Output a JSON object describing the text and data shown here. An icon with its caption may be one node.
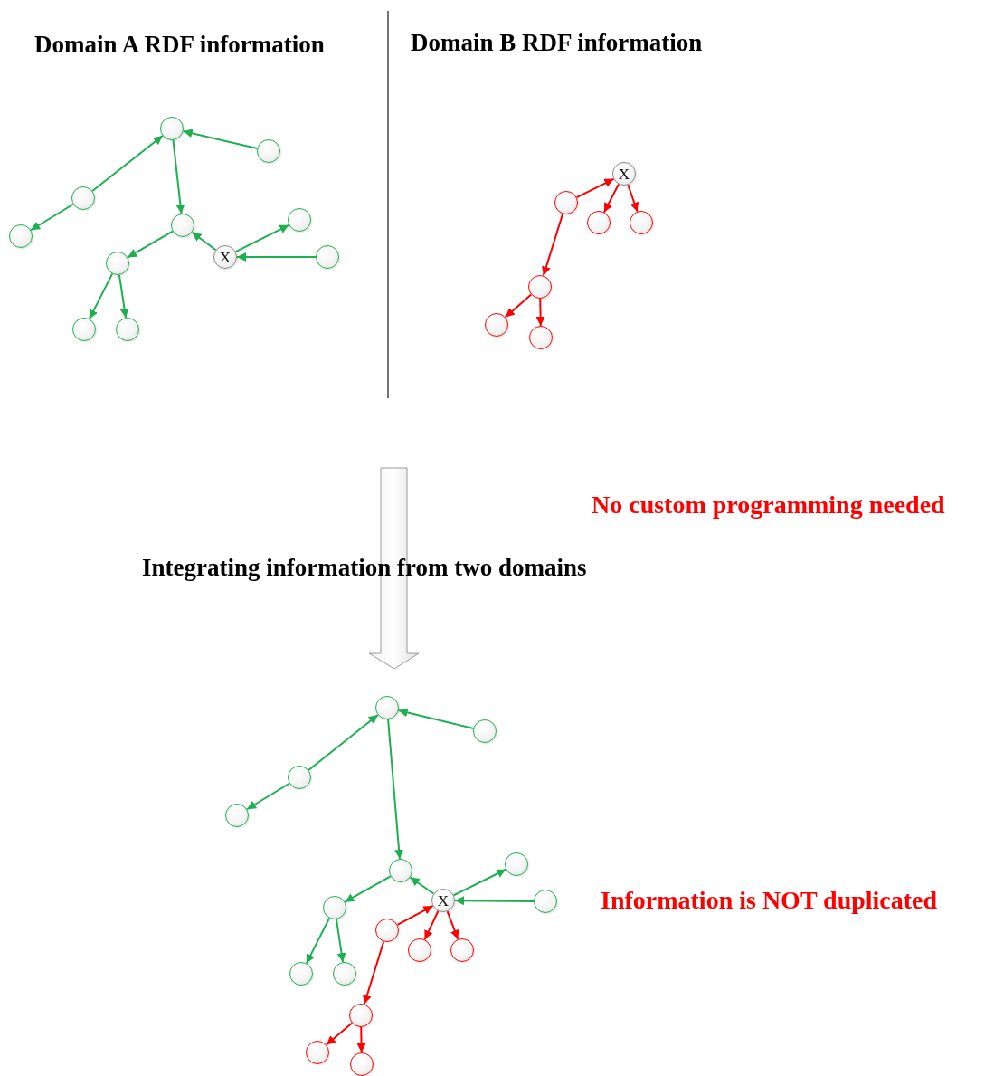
{
  "diagram": {
    "nodes": [
      {
        "text": [],
        "shape": "circle"
      },
      {
        "text": [],
        "shape": "circle"
      },
      {
        "text": [],
        "shape": "circle"
      },
      {
        "text": [],
        "shape": "circle"
      },
      {
        "text": [],
        "shape": "circle"
      },
      {
        "text": [],
        "shape": "circle"
      },
      {
        "text": [
          "X"
        ]
      },
      {
        "text": [],
        "shape": "circle"
      },
      {
        "text": [],
        "shape": "circle"
      },
      {
        "text": [],
        "shape": "circle"
      },
      {
        "text": [],
        "shape": "circle"
      },
      {
        "text": [
          "X"
        ]
      },
      {
        "text": [],
        "shape": "circle"
      },
      {
        "text": [],
        "shape": "circle"
      },
      {
        "text": [],
        "shape": "circle"
      },
      {
        "text": [],
        "shape": "circle"
      },
      {
        "text": [],
        "shape": "circle"
      },
      {
        "text": [],
        "shape": "circle"
      },
      {
        "text": [],
        "shape": "circle"
      },
      {
        "text": [],
        "shape": "circle"
      },
      {
        "text": [],
        "shape": "circle"
      },
      {
        "text": [],
        "shape": "circle"
      },
      {
        "text": [],
        "shape": "circle"
      },
      {
        "text": [],
        "shape": "circle"
      },
      {
        "text": [
          "X"
        ]
      },
      {
        "text": [],
        "shape": "circle"
      },
      {
        "text": [],
        "shape": "circle"
      },
      {
        "text": [],
        "shape": "circle"
      },
      {
        "text": [],
        "shape": "circle"
      },
      {
        "text": [],
        "shape": "circle"
      },
      {
        "text": [],
        "shape": "circle"
      },
      {
        "text": [],
        "shape": "circle"
      },
      {
        "text": [],
        "shape": "circle"
      },
      {
        "text": [],
        "shape": "circle"
      },
      {
        "text": [],
        "shape": "circle"
      }
    ],
    "edges": [
      {
        "from": 1,
        "to": 0,
        "arrow": "to"
      },
      {
        "from": 2,
        "to": 0,
        "arrow": "to"
      },
      {
        "from": 2,
        "to": 3,
        "arrow": "to"
      },
      {
        "from": 0,
        "to": 4,
        "arrow": "to"
      },
      {
        "from": 4,
        "to": 5,
        "arrow": "to"
      },
      {
        "from": 6,
        "to": 4,
        "arrow": "to"
      },
      {
        "from": 6,
        "to": 7,
        "arrow": "to"
      },
      {
        "from": 8,
        "to": 6,
        "arrow": "to"
      },
      {
        "from": 5,
        "to": 9,
        "arrow": "to"
      },
      {
        "from": 5,
        "to": 10,
        "arrow": "to"
      },
      {
        "from": 12,
        "to": 11,
        "arrow": "to",
        "color": "#ff0000"
      },
      {
        "from": 11,
        "to": 13,
        "arrow": "to",
        "color": "#ff0000"
      },
      {
        "from": 11,
        "to": 14,
        "arrow": "to",
        "color": "#ff0000"
      },
      {
        "from": 12,
        "to": 15,
        "arrow": "to",
        "color": "#ff0000"
      },
      {
        "from": 15,
        "to": 16,
        "arrow": "to",
        "color": "#ff0000"
      },
      {
        "from": 15,
        "to": 17,
        "arrow": "to",
        "color": "#ff0000"
      },
      {
        "from": 19,
        "to": 18,
        "arrow": "to"
      },
      {
        "from": 20,
        "to": 18,
        "arrow": "to"
      },
      {
        "from": 20,
        "to": 21,
        "arrow": "to"
      },
      {
        "from": 18,
        "to": 22,
        "arrow": "to"
      },
      {
        "from": 22,
        "to": 23,
        "arrow": "to"
      },
      {
        "from": 24,
        "to": 22,
        "arrow": "to"
      },
      {
        "from": 24,
        "to": 25,
        "arrow": "to"
      },
      {
        "from": 26,
        "to": 24,
        "arrow": "to"
      },
      {
        "from": 23,
        "to": 27,
        "arrow": "to"
      },
      {
        "from": 23,
        "to": 28,
        "arrow": "to"
      },
      {
        "from": 29,
        "to": 24,
        "arrow": "to",
        "color": "#ff0000"
      },
      {
        "from": 24,
        "to": 30,
        "arrow": "to",
        "color": "#ff0000"
      },
      {
        "from": 24,
        "to": 31,
        "arrow": "to",
        "color": "#ff0000"
      },
      {
        "from": 29,
        "to": 32,
        "arrow": "to",
        "color": "#ff0000"
      },
      {
        "from": 32,
        "to": 33,
        "arrow": "to",
        "color": "#ff0000"
      },
      {
        "from": 32,
        "to": 34,
        "arrow": "to",
        "color": "#ff0000"
      }
    ],
    "labels": [
      "Domain A RDF information",
      "Domain B RDF information",
      "No custom programming needed",
      "Integrating information from two domains",
      "Information is NOT duplicated"
    ]
  }
}
